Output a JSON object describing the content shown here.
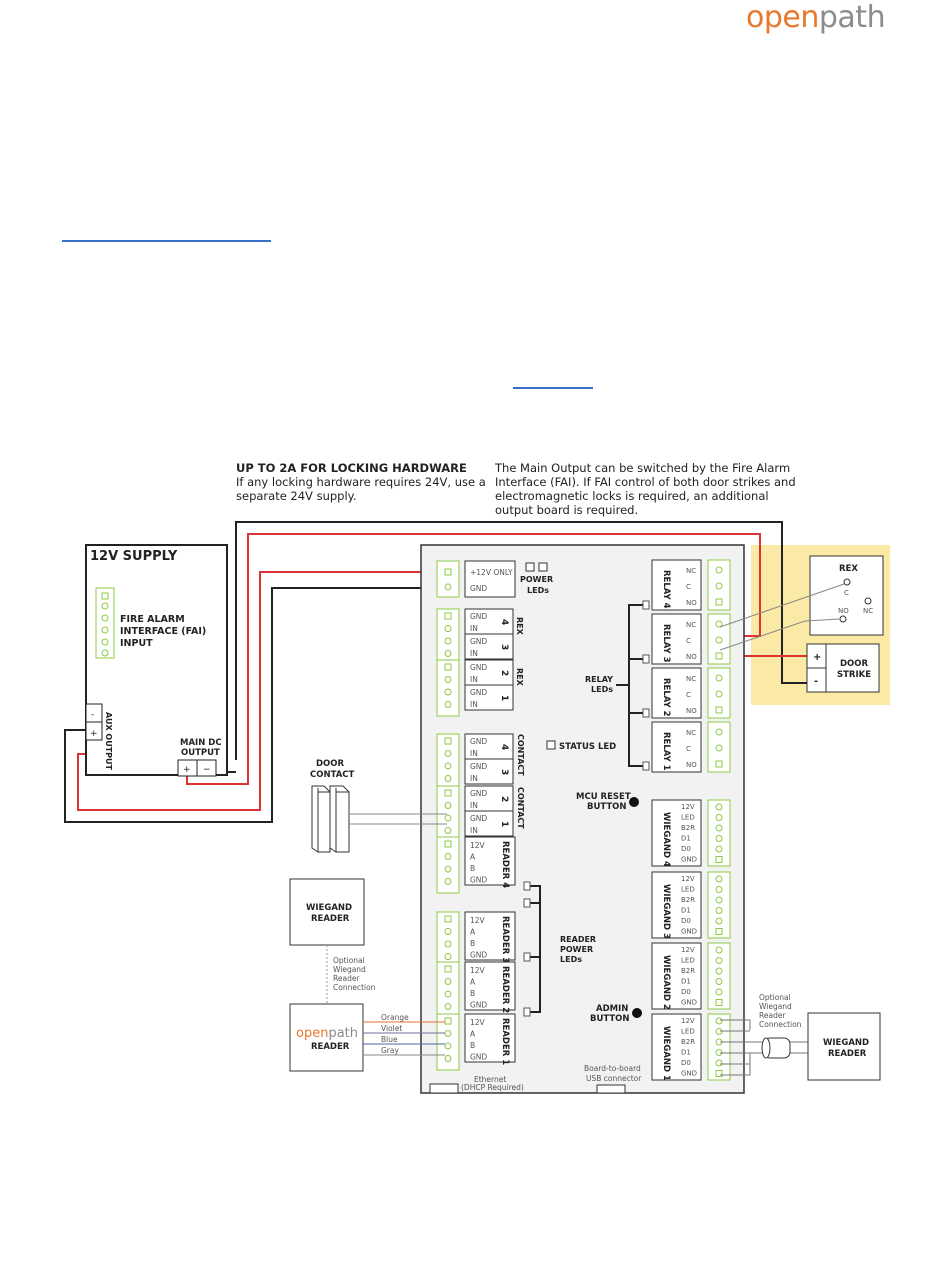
{
  "header": {
    "logo_part1": "open",
    "logo_part2": "path",
    "brand_colors": {
      "orange": "#e8782c",
      "gray": "#8c8c8c"
    }
  },
  "links": [
    "link-underline-1",
    "link-underline-2"
  ],
  "diagram": {
    "note_left": {
      "title": "UP TO 2A FOR LOCKING HARDWARE",
      "line1": "If any locking hardware requires 24V, use a",
      "line2": "separate 24V supply."
    },
    "note_right": {
      "line1": "The Main Output can be switched by the Fire Alarm",
      "line2": "Interface (FAI). If FAI control of both door strikes and",
      "line3": "electromagnetic locks is required, an additional",
      "line4": "output board is required."
    },
    "supply": {
      "title": "12V SUPPLY",
      "fai_line1": "FIRE ALARM",
      "fai_line2": "INTERFACE (FAI)",
      "fai_line3": "INPUT",
      "aux_label": "AUX OUTPUT",
      "aux_minus": "-",
      "aux_plus": "+",
      "main_line1": "MAIN DC",
      "main_line2": "OUTPUT",
      "main_plus": "+",
      "main_minus": "−"
    },
    "board": {
      "power_in": [
        "+12V ONLY",
        "GND"
      ],
      "power_leds_1": "POWER",
      "power_leds_2": "LEDs",
      "rex_label": "REX",
      "contact_label": "CONTACT",
      "gnd": "GND",
      "in": "IN",
      "rex_nums": [
        "4",
        "3",
        "2",
        "1"
      ],
      "contact_nums": [
        "4",
        "3",
        "2",
        "1"
      ],
      "status_led": "STATUS LED",
      "mcu_reset_1": "MCU RESET",
      "mcu_reset_2": "BUTTON",
      "relay_leds_1": "RELAY",
      "relay_leds_2": "LEDs",
      "relays": [
        "RELAY 4",
        "RELAY 3",
        "RELAY 2",
        "RELAY 1"
      ],
      "relay_pins": [
        "NC",
        "C",
        "NO"
      ],
      "readers": [
        "READER 4",
        "READER 3",
        "READER 2",
        "READER 1"
      ],
      "reader_pins": [
        "12V",
        "A",
        "B",
        "GND"
      ],
      "reader_power_leds_1": "READER",
      "reader_power_leds_2": "POWER",
      "reader_power_leds_3": "LEDs",
      "wiegands": [
        "WIEGAND 4",
        "WIEGAND 3",
        "WIEGAND 2",
        "WIEGAND 1"
      ],
      "wiegand_pins": [
        "12V",
        "LED",
        "B2R",
        "D1",
        "D0",
        "GND"
      ],
      "admin_1": "ADMIN",
      "admin_2": "BUTTON",
      "ethernet_1": "Ethernet",
      "ethernet_2": "(DHCP Required)",
      "usb_1": "Board-to-board",
      "usb_2": "USB connector"
    },
    "door_contact_1": "DOOR",
    "door_contact_2": "CONTACT",
    "rex_device": {
      "title": "REX",
      "c": "C",
      "no": "NO",
      "nc": "NC"
    },
    "door_strike": {
      "line1": "DOOR",
      "line2": "STRIKE",
      "plus": "+",
      "minus": "-"
    },
    "wiegand_reader_left_1": "WIEGAND",
    "wiegand_reader_left_2": "READER",
    "optional_left": [
      "Optional",
      "Wiegand",
      "Reader",
      "Connection"
    ],
    "op_reader": {
      "logo1": "open",
      "logo2": "path",
      "label": "READER"
    },
    "wire_colors": [
      {
        "name": "Orange",
        "hex": "#e07030"
      },
      {
        "name": "Violet",
        "hex": "#7a6a9a"
      },
      {
        "name": "Blue",
        "hex": "#4a6a9a"
      },
      {
        "name": "Gray",
        "hex": "#888888"
      }
    ],
    "optional_right": [
      "Optional",
      "Wiegand",
      "Reader",
      "Connection"
    ],
    "wiegand_reader_right_1": "WIEGAND",
    "wiegand_reader_right_2": "READER"
  }
}
